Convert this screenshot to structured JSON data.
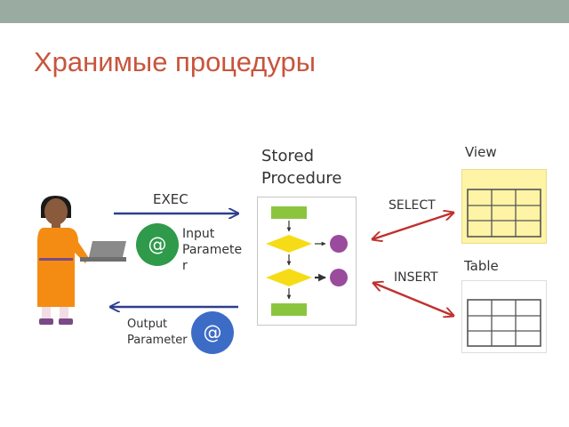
{
  "slide": {
    "title": "Хранимые процедуры"
  },
  "labels": {
    "exec": "EXEC",
    "input_parameter": [
      "Input",
      "Paramete",
      "r"
    ],
    "output_parameter": [
      "Output",
      "Parameter"
    ],
    "stored_procedure": [
      "Stored",
      "Procedure"
    ],
    "select": "SELECT",
    "insert": "INSERT",
    "view": "View",
    "table": "Table",
    "at_symbol": "@"
  },
  "colors": {
    "title": "#c8553d",
    "top_bar": "#9aaba1",
    "exec_arrow": "#2e3f8f",
    "db_arrow": "#c0302e",
    "input_param_circle": "#2e9a4a",
    "output_param_circle": "#3d6cc7",
    "flow_block": "#8bc53f",
    "flow_decision": "#f5dc17",
    "flow_output": "#9a4b9c",
    "view_fill": "#fff3a6",
    "person_dress": "#f48c14"
  },
  "icons": [
    "person-with-laptop-icon",
    "at-icon",
    "flowchart-icon",
    "view-grid-icon",
    "table-grid-icon"
  ]
}
